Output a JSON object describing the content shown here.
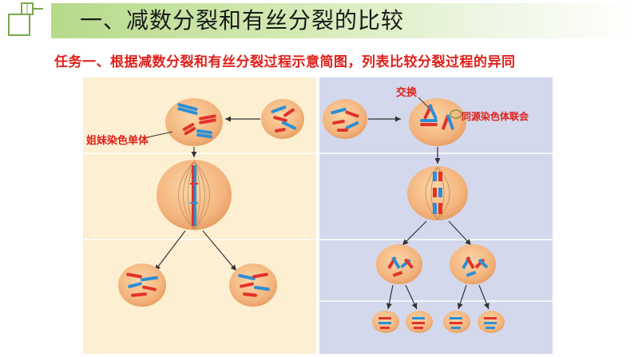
{
  "slide": {
    "title": "一、减数分裂和有丝分裂的比较",
    "subtitle": "任务一、根据减数分裂和有丝分裂过程示意简图，列表比较分裂过程的异同"
  },
  "figure": {
    "labels": {
      "sister_chromatid": "姐妹染色单体",
      "crossover": "交换",
      "synapsis": "同源染色体联会"
    }
  },
  "colors": {
    "title_bar": "#b7d98a",
    "accent_red": "#e0201a",
    "panel_left": "#fcefd2",
    "panel_right": "#d3d8ec",
    "cell": "#f4b57e",
    "chrom_red": "#e2322b",
    "chrom_blue": "#2c8fd6"
  }
}
